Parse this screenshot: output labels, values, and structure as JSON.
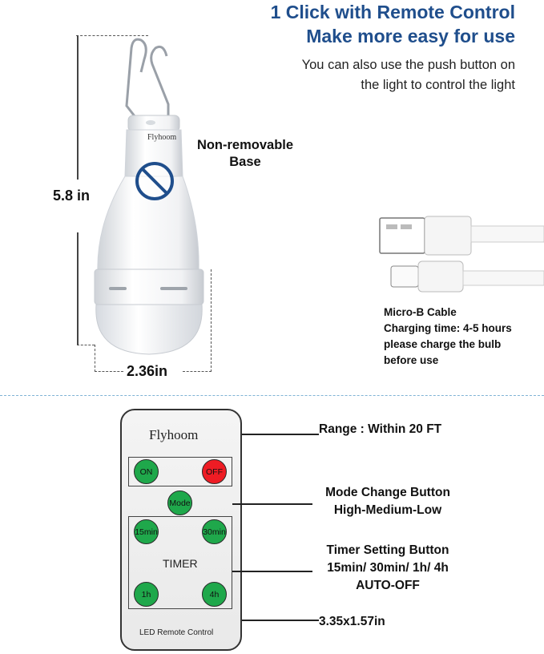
{
  "header": {
    "title_line1": "1 Click with Remote Control",
    "title_line2": "Make more easy for use",
    "sub_line1": "You can also use the push button on",
    "sub_line2": "the light to control the light"
  },
  "bulb": {
    "brand": "Flyhoom",
    "height_label": "5.8 in",
    "width_label": "2.36in",
    "base_line1": "Non-removable",
    "base_line2": "Base"
  },
  "cable": {
    "line1": "Micro-B Cable",
    "line2": "Charging time: 4-5 hours",
    "line3": "please charge the bulb",
    "line4": "before use"
  },
  "remote": {
    "brand": "Flyhoom",
    "on": "ON",
    "off": "OFF",
    "mode": "Mode",
    "t15": "15min",
    "t30": "30min",
    "timer": "TIMER",
    "t1h": "1h",
    "t4h": "4h",
    "footer": "LED Remote Control"
  },
  "labels": {
    "range": "Range : Within 20 FT",
    "mode_line1": "Mode Change Button",
    "mode_line2": "High-Medium-Low",
    "timer_line1": "Timer Setting Button",
    "timer_line2": "15min/ 30min/ 1h/ 4h",
    "timer_line3": "AUTO-OFF",
    "size": "3.35x1.57in"
  },
  "colors": {
    "headline": "#1f4e8c",
    "button_green": "#1fa84b",
    "button_red": "#ee1c24",
    "prohibit_blue": "#1f4e8c"
  }
}
